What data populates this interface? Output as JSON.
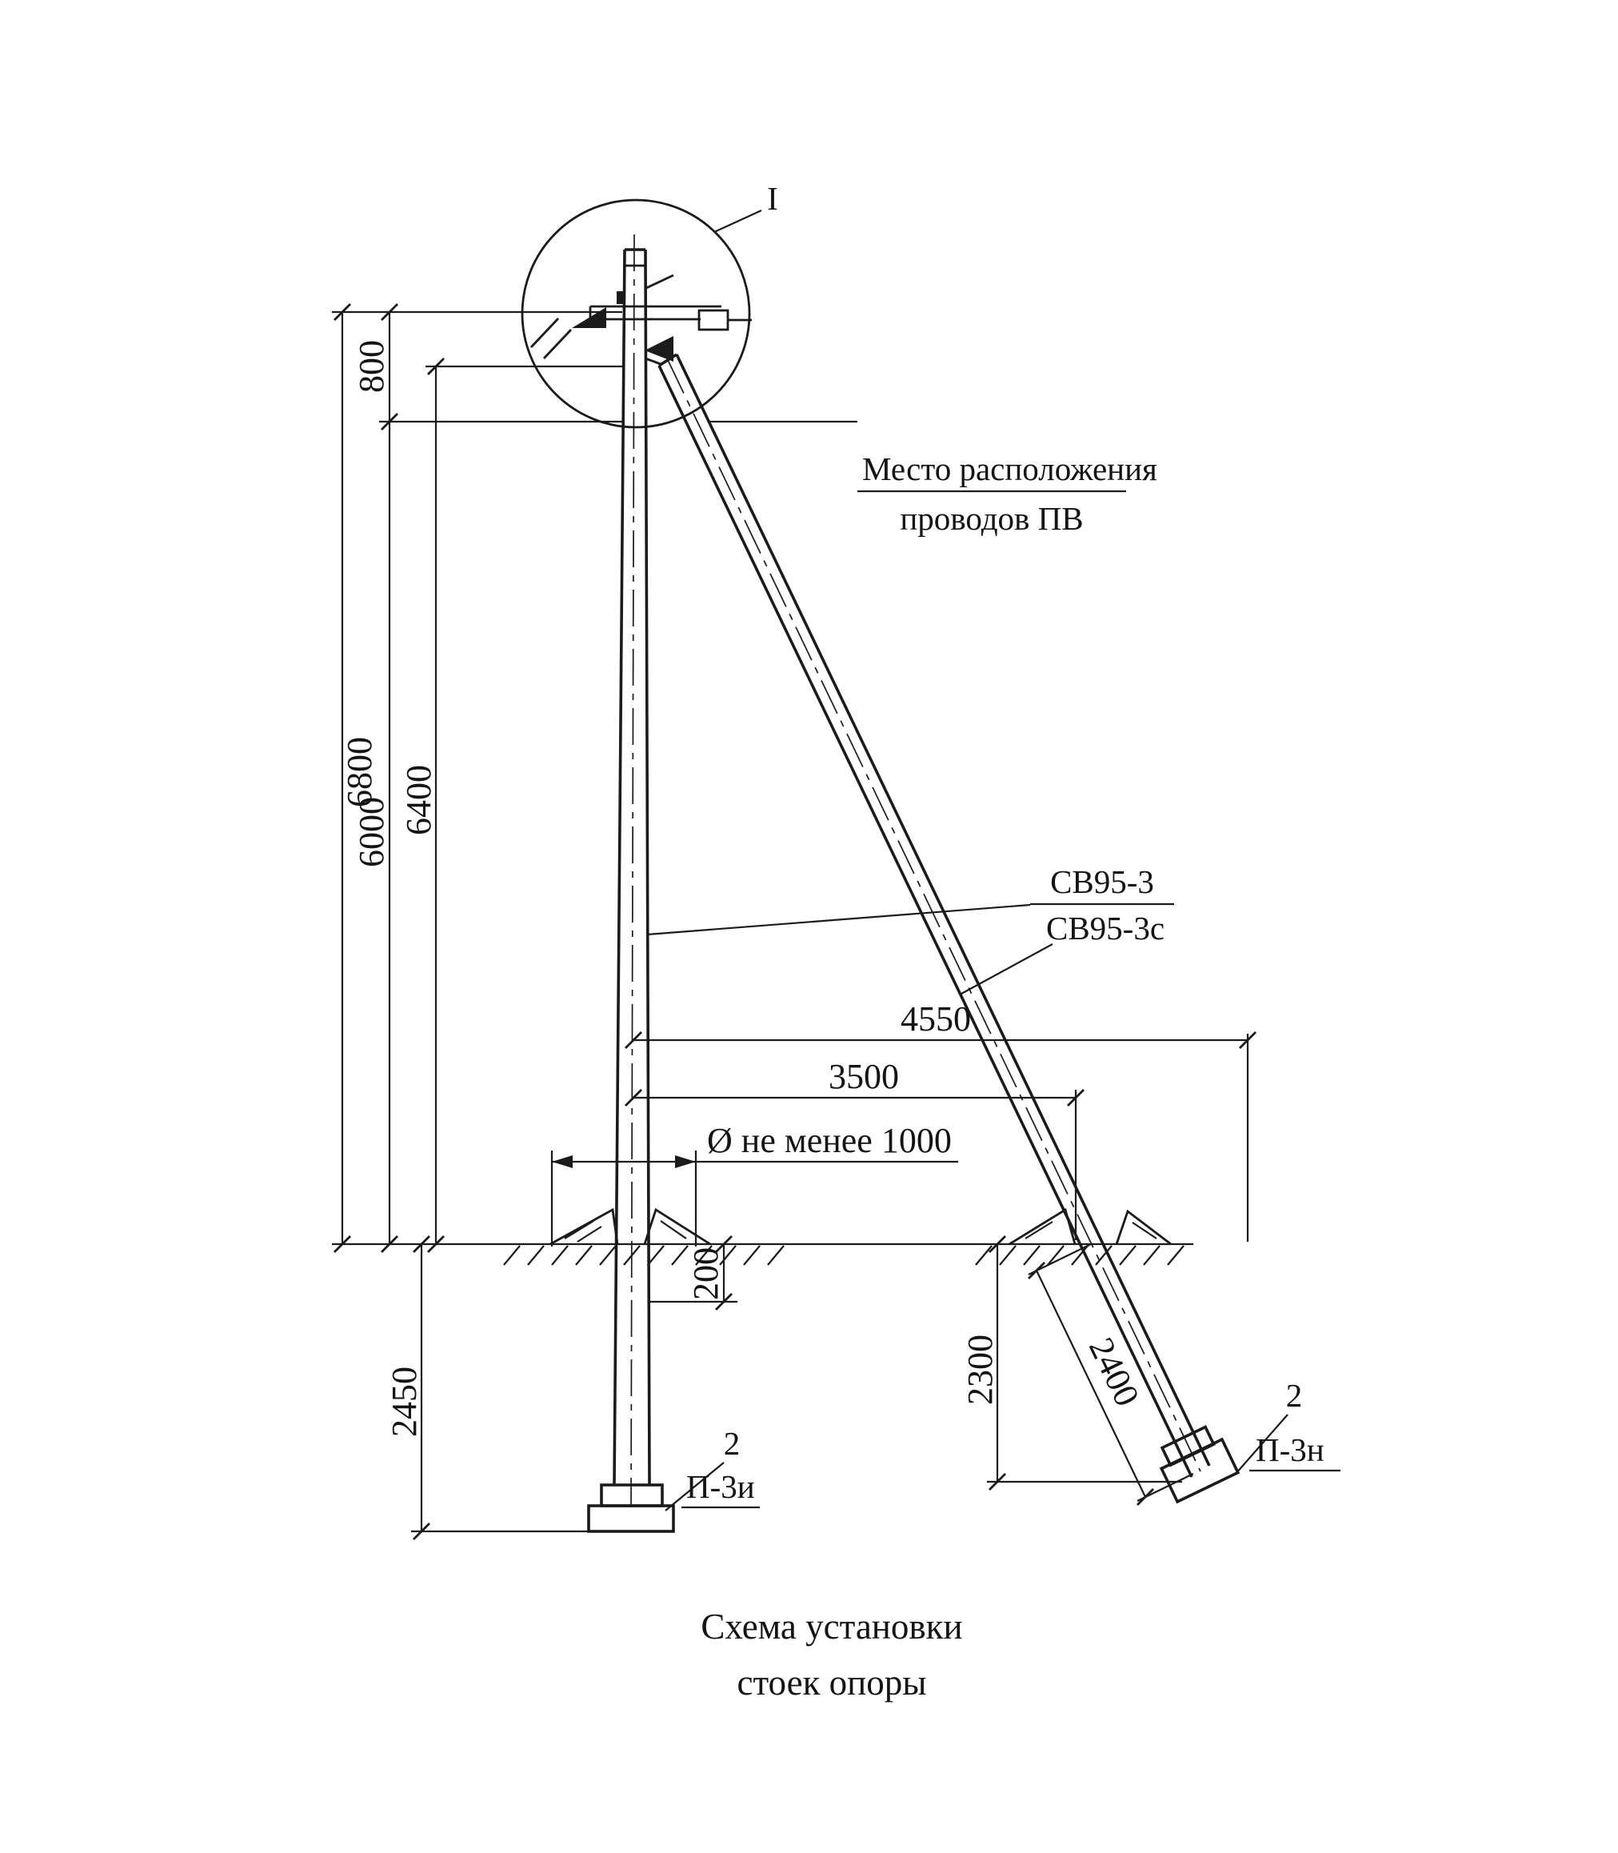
{
  "detail": {
    "marker": "I"
  },
  "callouts": {
    "wires": {
      "line1": "Место расположения",
      "line2": "проводов ПВ"
    },
    "rack": {
      "top": "СВ95-3",
      "bottom": "СВ95-3с"
    },
    "left_plate": {
      "index": "2",
      "name": "П-3и"
    },
    "right_plate": {
      "index": "2",
      "name": "П-3н"
    }
  },
  "dims": {
    "h800": "800",
    "h6800": "6800",
    "h6000": "6000",
    "h6400": "6400",
    "d2450": "2450",
    "d200": "200",
    "w4550": "4550",
    "w3500": "3500",
    "diameter": "Ø не менее 1000",
    "d2300": "2300",
    "d2400": "2400"
  },
  "caption": {
    "line1": "Схема установки",
    "line2": "стоек опоры"
  },
  "colors": {
    "ink": "#1b1b1b",
    "paper": "#ffffff"
  }
}
